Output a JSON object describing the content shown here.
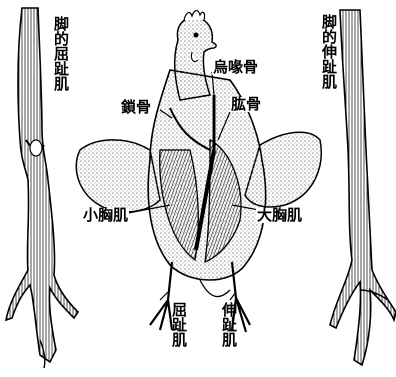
{
  "labels": {
    "flexor_left": "脚的屈趾肌",
    "extensor_right": "脚的伸趾肌",
    "coracoid": "烏喙骨",
    "clavicle": "鎖骨",
    "humerus": "肱骨",
    "pectoralis_minor": "小胸肌",
    "pectoralis_major": "大胸肌",
    "flexor_bottom": "屈趾肌",
    "extensor_bottom": "伸趾肌"
  },
  "colors": {
    "ink": "#000000",
    "paper": "#ffffff",
    "stipple": "#6b6b6b",
    "muscle": "#1a1a1a"
  }
}
